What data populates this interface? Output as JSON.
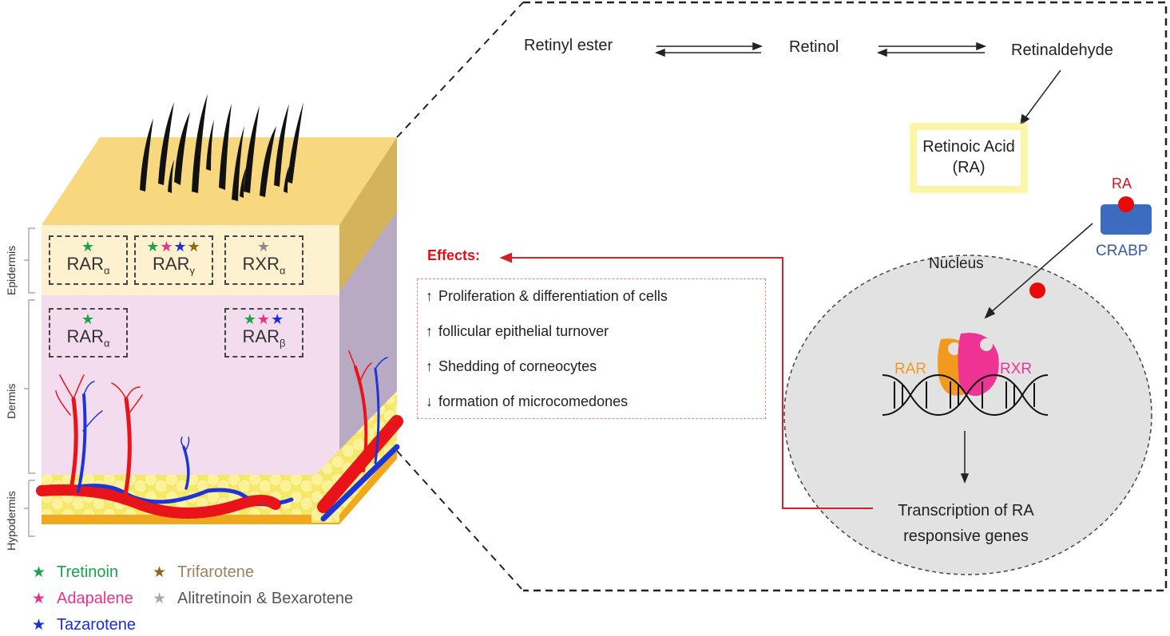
{
  "colors": {
    "tretinoin": "#1aa34a",
    "adapalene": "#e8338a",
    "tazarotene": "#1a2fd6",
    "trifarotene": "#8a6a14",
    "alitretinoin_bexarotene": "#8a8a8a",
    "effects_red": "#e0101a",
    "rar_orange": "#f39a1e",
    "rxr_pink": "#ee3394",
    "crabp_blue": "#3b6cc0",
    "ra_red": "#e80a0a"
  },
  "skin": {
    "layers": [
      "Epidermis",
      "Dermis",
      "Hypodermis"
    ],
    "receptors": [
      {
        "id": "epi-rar-alpha",
        "name": "RAR",
        "subscript": "α",
        "stars": [
          "tretinoin"
        ]
      },
      {
        "id": "epi-rar-gamma",
        "name": "RAR",
        "subscript": "γ",
        "stars": [
          "tretinoin",
          "adapalene",
          "tazarotene",
          "trifarotene"
        ]
      },
      {
        "id": "epi-rxr-alpha",
        "name": "RXR",
        "subscript": "α",
        "stars": [
          "alitretinoin_bexarotene"
        ]
      },
      {
        "id": "der-rar-alpha",
        "name": "RAR",
        "subscript": "α",
        "stars": [
          "tretinoin"
        ]
      },
      {
        "id": "der-rar-beta",
        "name": "RAR",
        "subscript": "β",
        "stars": [
          "tretinoin",
          "adapalene",
          "tazarotene"
        ]
      }
    ]
  },
  "legend": [
    {
      "key": "tretinoin",
      "label": "Tretinoin",
      "star": "★"
    },
    {
      "key": "adapalene",
      "label": "Adapalene",
      "star": "★"
    },
    {
      "key": "tazarotene",
      "label": "Tazarotene",
      "star": "★"
    },
    {
      "key": "trifarotene",
      "label": "Trifarotene",
      "star": "★"
    },
    {
      "key": "alitretinoin_bexarotene",
      "label": "Alitretinoin & Bexarotene",
      "star": "★"
    }
  ],
  "pathway": {
    "retinyl_ester": "Retinyl ester",
    "retinol": "Retinol",
    "retinaldehyde": "Retinaldehyde",
    "retinoic_acid_line1": "Retinoic Acid",
    "retinoic_acid_line2": "(RA)"
  },
  "crabp": {
    "ra_label": "RA",
    "label": "CRABP"
  },
  "nucleus": {
    "label": "Nucleus",
    "rar_label": "RAR",
    "rxr_label": "RXR",
    "transcription_line1": "Transcription of RA",
    "transcription_line2": "responsive genes"
  },
  "effects": {
    "title": "Effects:",
    "items": [
      {
        "arrow": "↑",
        "text": "Proliferation & differentiation of cells"
      },
      {
        "arrow": "↑",
        "text": "follicular epithelial turnover"
      },
      {
        "arrow": "↑",
        "text": "Shedding of corneocytes"
      },
      {
        "arrow": "↓",
        "text": "formation of microcomedones"
      }
    ]
  }
}
